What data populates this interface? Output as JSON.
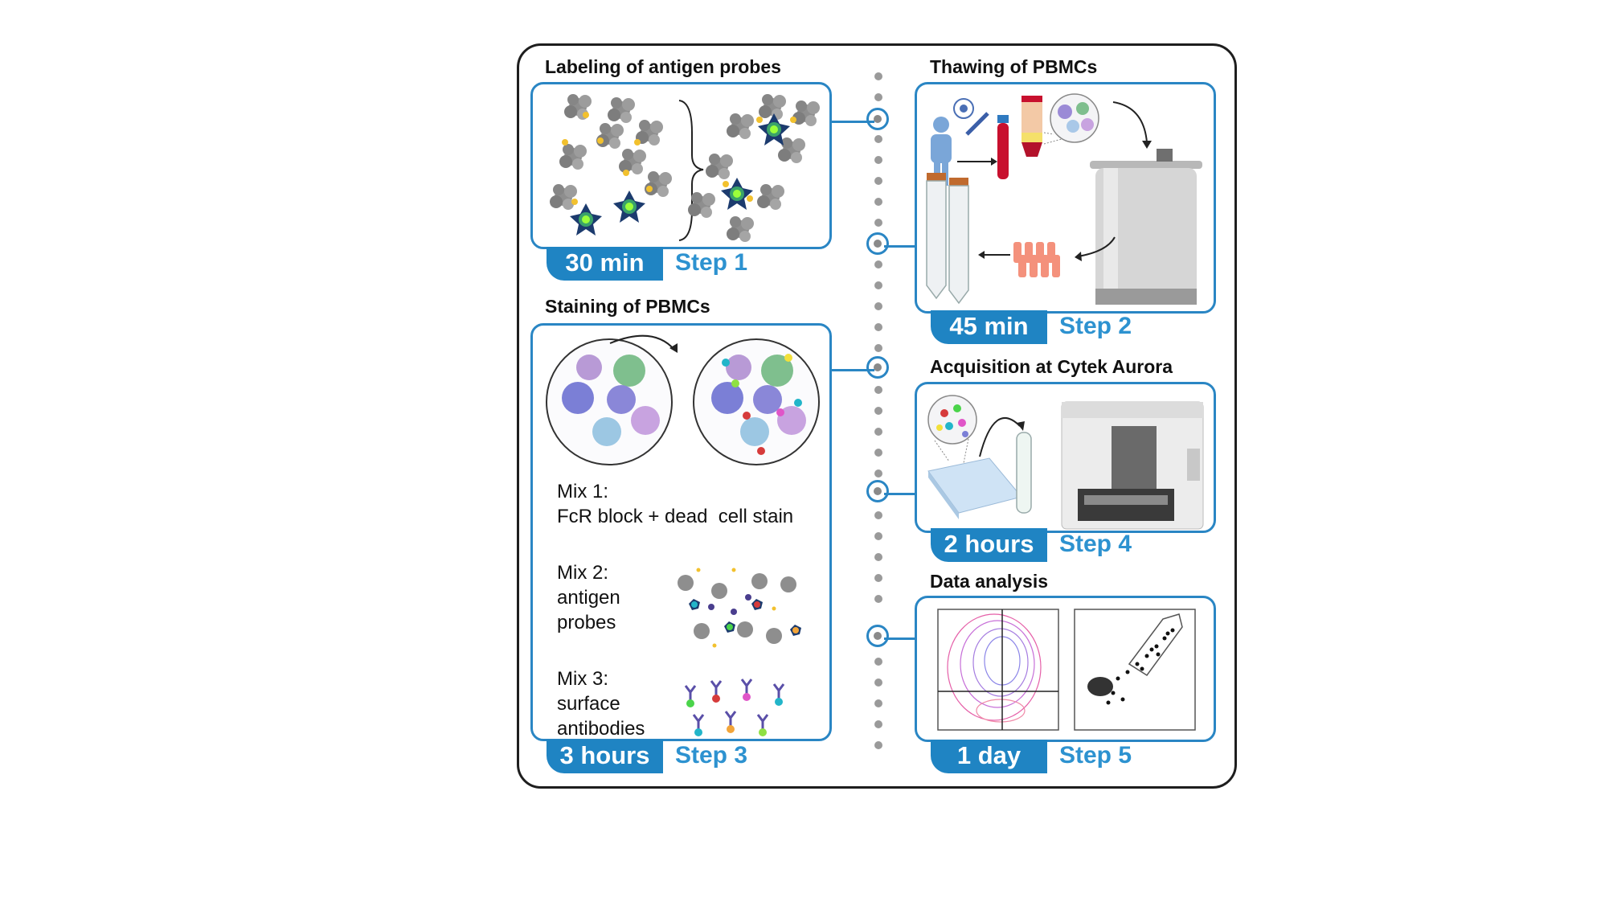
{
  "steps": {
    "s1": {
      "title": "Labeling of antigen probes",
      "time": "30 min",
      "label": "Step 1"
    },
    "s2": {
      "title": "Thawing of PBMCs",
      "time": "45 min",
      "label": "Step 2"
    },
    "s3": {
      "title": "Staining of PBMCs",
      "time": "3 hours",
      "label": "Step 3",
      "mix1_a": "Mix 1:",
      "mix1_b": "FcR block + dead  cell stain",
      "mix2_a": "Mix 2:",
      "mix2_b": "antigen",
      "mix2_c": "probes",
      "mix3_a": "Mix 3:",
      "mix3_b": "surface",
      "mix3_c": "antibodies"
    },
    "s4": {
      "title": "Acquisition at Cytek Aurora",
      "time": "2 hours",
      "label": "Step 4"
    },
    "s5": {
      "title": "Data analysis",
      "time": "1 day",
      "label": "Step 5"
    }
  },
  "colors": {
    "accent": "#1f84c3",
    "step_text": "#2d92d0",
    "border": "#2a86c4"
  }
}
